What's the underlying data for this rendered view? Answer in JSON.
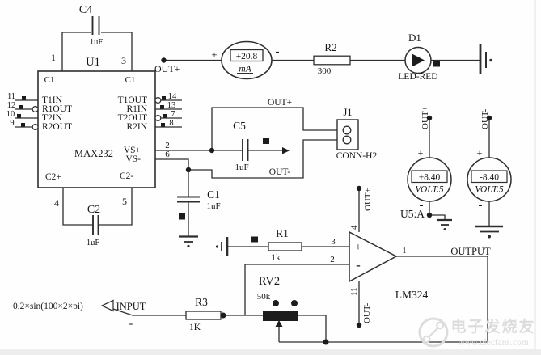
{
  "colors": {
    "line": "#2e2e2e",
    "text": "#161616",
    "watermark": "#dcdcdc",
    "background": "#fefefe"
  },
  "power_section": {
    "c4": {
      "ref": "C4",
      "value": "1uF"
    },
    "u1": {
      "ref": "U1",
      "part": "MAX232",
      "top_pins": {
        "left_num": "1",
        "right_num": "3",
        "left_label": "C1",
        "right_label": "C1"
      },
      "left_pins": [
        {
          "num": "11",
          "label": "T1IN"
        },
        {
          "num": "12",
          "label": "R1OUT"
        },
        {
          "num": "10",
          "label": "T2IN"
        },
        {
          "num": "9",
          "label": "R2OUT"
        }
      ],
      "right_pins": [
        {
          "num": "14",
          "label": "T1OUT"
        },
        {
          "num": "13",
          "label": "R1IN"
        },
        {
          "num": "7",
          "label": "T2OUT"
        },
        {
          "num": "8",
          "label": "R2IN"
        }
      ],
      "supply_pins": [
        {
          "num": "2",
          "label": "VS+"
        },
        {
          "num": "6",
          "label": "VS-"
        }
      ],
      "bottom_pins": {
        "left_num": "4",
        "left_label": "C2+",
        "right_num": "5",
        "right_label": "C2-"
      }
    },
    "c2": {
      "ref": "C2",
      "value": "1uF"
    },
    "c1": {
      "ref": "C1",
      "value": "1uF"
    },
    "c5": {
      "ref": "C5",
      "value": "1uF"
    }
  },
  "current_loop": {
    "out_plus_label": "OUT+",
    "ammeter": {
      "reading": "+20.8",
      "unit": "mA",
      "plus": "+",
      "minus": "-"
    },
    "r2": {
      "ref": "R2",
      "value": "300"
    },
    "d1": {
      "ref": "D1",
      "part": "LED-RED"
    }
  },
  "connector": {
    "ref": "J1",
    "part": "CONN-H2",
    "out_plus": "OUT+",
    "out_minus": "OUT-"
  },
  "voltmeters": {
    "positive": {
      "net": "OUT+",
      "plus": "+",
      "minus": "-",
      "reading": "+8.40",
      "unit": "VOLT.5"
    },
    "negative": {
      "net": "OUT-",
      "plus": "+",
      "minus": "-",
      "reading": "-8.40",
      "unit": "VOLT.5"
    }
  },
  "amplifier": {
    "u5_ref": "U5:A",
    "part": "LM324",
    "pins": {
      "in_plus": "3",
      "in_minus": "2",
      "out": "1",
      "v_plus": "4",
      "v_minus": "11"
    },
    "plus_sign": "+",
    "minus_sign": "-",
    "net_top": "OUT+",
    "net_bottom": "OUT-",
    "output_label": "OUTPUT",
    "r1": {
      "ref": "R1",
      "value": "1k"
    },
    "r3": {
      "ref": "R3",
      "value": "1K"
    },
    "rv2": {
      "ref": "RV2",
      "value": "50k"
    }
  },
  "input": {
    "expression": "0.2×sin(100×2×pi)",
    "label": "INPUT",
    "minus": "-"
  },
  "watermark": {
    "brand": "电子发烧友",
    "site": "www.elecfans.com"
  }
}
